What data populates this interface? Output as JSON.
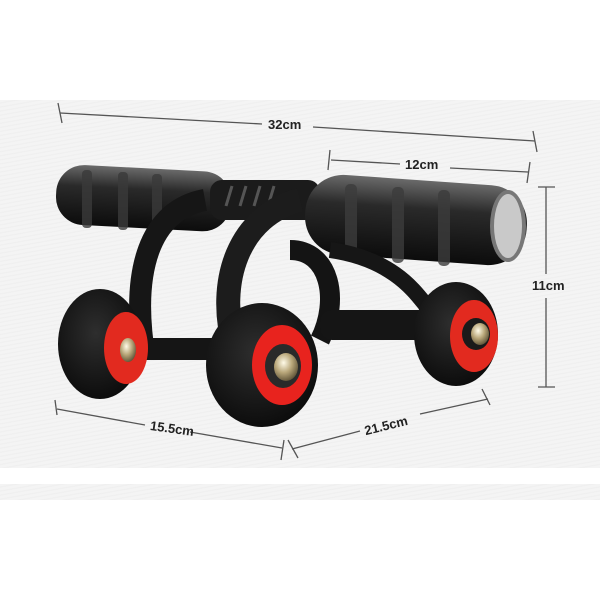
{
  "product": {
    "name": "4-wheel ab roller",
    "colors": {
      "body": "#111111",
      "hub": "#e8231e",
      "grip": "#1a1a1a",
      "axle": "#c8b88a"
    }
  },
  "dimensions": {
    "overall_width": "32cm",
    "handle_grip": "12cm",
    "height": "11cm",
    "depth": "15.5cm",
    "wheel_span": "21.5cm"
  },
  "background": {
    "band": "#f2f2f2"
  }
}
